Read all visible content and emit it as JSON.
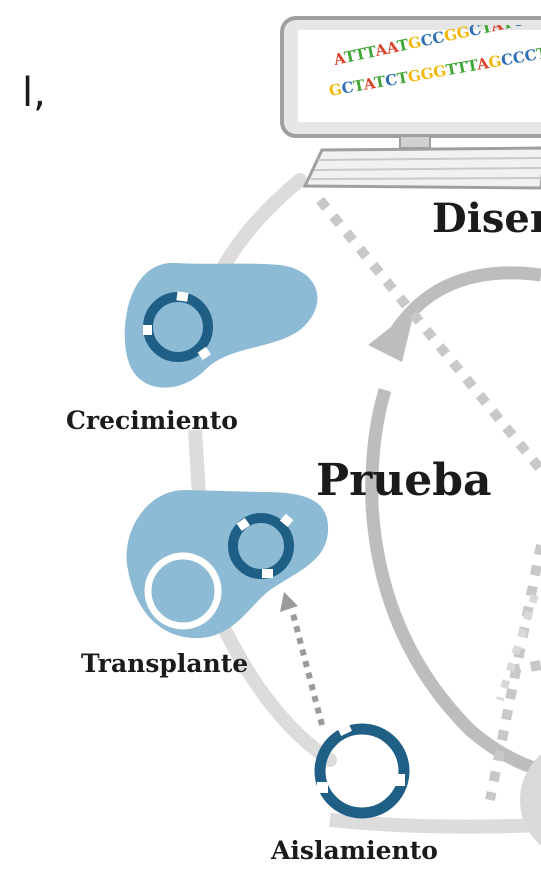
{
  "fragment_text": "l,",
  "labels": {
    "design": "Diser",
    "growth": "Crecimiento",
    "test": "Prueba",
    "transplant": "Transplante",
    "isolation": "Aislamiento"
  },
  "dna": {
    "line1": "ATTTAATGCCGGCTATCT",
    "line2": "GCTATCTGGGTTTAGCCCT"
  },
  "colors": {
    "cell_fill": "#8dbad4",
    "plasmid_ring": "#1f5f86",
    "cycle_gray": "#d4d4d4",
    "arrow_gray": "#b5b5b5",
    "dotted_gray": "#c8c8c8",
    "A": "#d9452b",
    "T": "#3fa535",
    "G": "#f2b705",
    "C": "#2f6fb3"
  }
}
